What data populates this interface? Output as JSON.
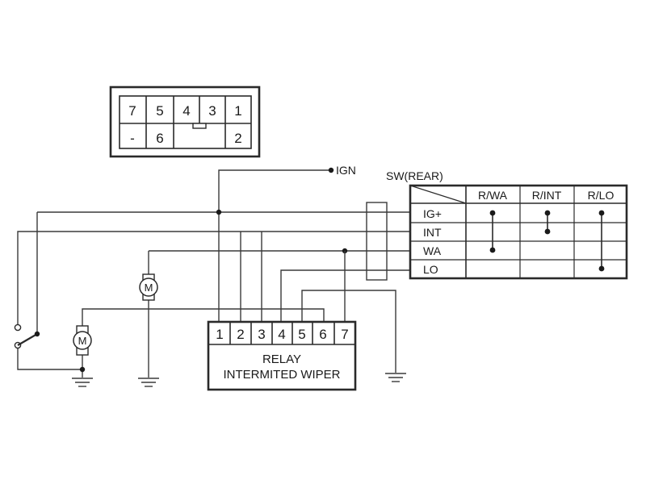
{
  "connector": {
    "top_pins": [
      "7",
      "5",
      "4",
      "3",
      "1"
    ],
    "bottom_pins": [
      "-",
      "6",
      "2"
    ]
  },
  "ign": {
    "label": "IGN"
  },
  "switch": {
    "title": "SW(REAR)",
    "columns": [
      "R/WA",
      "R/INT",
      "R/LO"
    ],
    "rows": [
      "IG+",
      "INT",
      "WA",
      "LO"
    ]
  },
  "relay": {
    "pins": [
      "1",
      "2",
      "3",
      "4",
      "5",
      "6",
      "7"
    ],
    "label_line1": "RELAY",
    "label_line2": "INTERMITED WIPER"
  },
  "motor": {
    "symbol": "M"
  }
}
